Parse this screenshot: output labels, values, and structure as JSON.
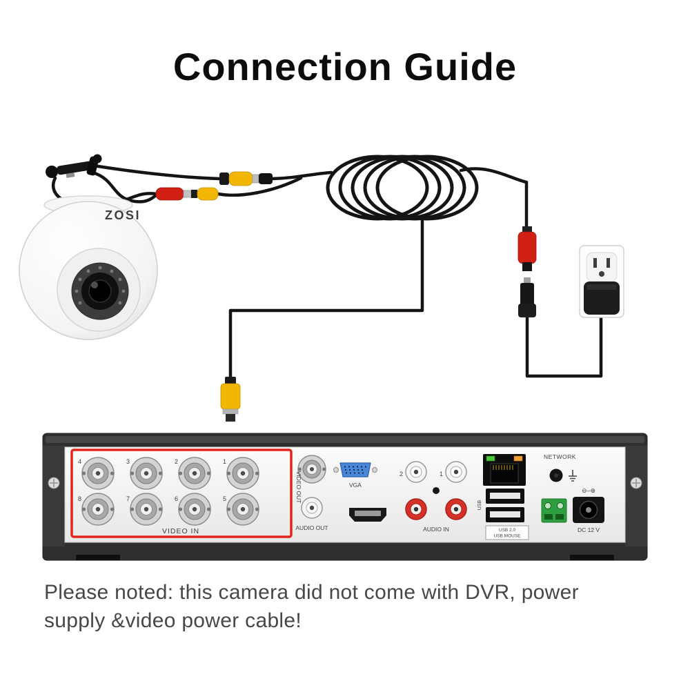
{
  "title": "Connection Guide",
  "camera": {
    "brand": "ZOSI"
  },
  "dvr": {
    "video_in": {
      "label": "VIDEO IN",
      "top_numbers": [
        "4",
        "3",
        "2",
        "1"
      ],
      "bottom_numbers": [
        "8",
        "7",
        "6",
        "5"
      ]
    },
    "video_out_label": "VIDEO OUT",
    "audio_out_label": "AUDIO OUT",
    "vga_label": "VGA",
    "audio_in": {
      "label": "AUDIO IN",
      "left_number": "2",
      "right_number": "1"
    },
    "network_label": "NETWORK",
    "usb_vertical_label": "USB",
    "usb_box": {
      "line1": "USB 2.0",
      "line2": "USB MOUSE"
    },
    "dc_polarity": "⊖–⊕",
    "dc_label": "DC 12 V"
  },
  "note": {
    "line1": "Please noted: this camera did not come with DVR, power",
    "line2": "supply &video power cable!"
  },
  "colors": {
    "highlight_red": "#e2251b",
    "connector_red": "#d21f14",
    "connector_yellow": "#f2b705",
    "vga_blue": "#4a86d8"
  }
}
